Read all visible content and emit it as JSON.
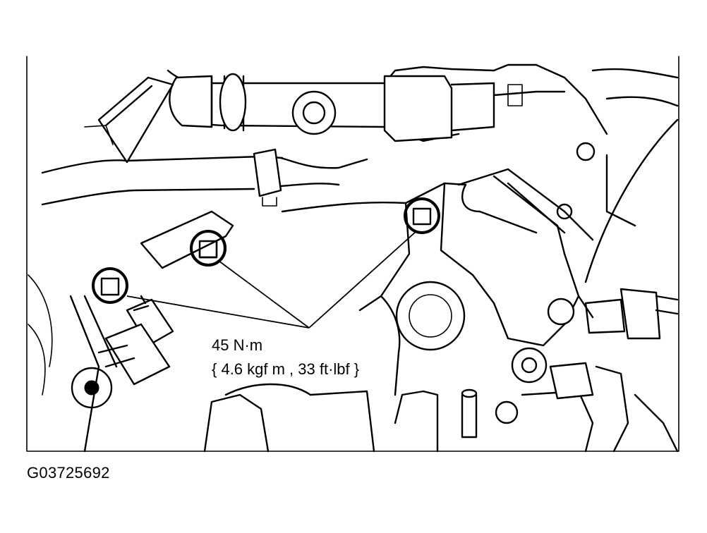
{
  "annotation": {
    "torque_value": "45 N·m",
    "torque_conversion": "{ 4.6 kgf m , 33 ft·lbf }"
  },
  "figure": {
    "code": "G03725692"
  },
  "colors": {
    "ink": "#000000",
    "paper": "#ffffff"
  }
}
